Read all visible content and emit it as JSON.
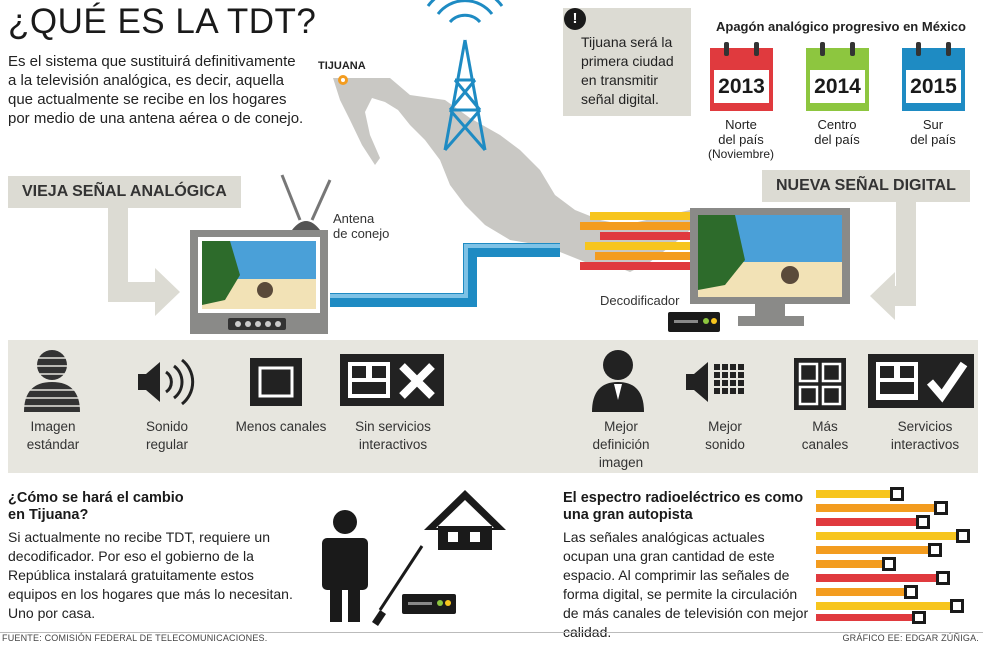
{
  "title": "¿QUÉ ES LA TDT?",
  "intro": "Es el sistema que sustituirá definitivamente a la televisión analógica, es decir, aquella que actualmente se recibe en los hogares por medio de una antena aérea o de conejo.",
  "map": {
    "city_label": "TIJUANA"
  },
  "old_signal": {
    "banner": "VIEJA SEÑAL ANALÓGICA",
    "antenna_label_1": "Antena",
    "antenna_label_2": "de conejo"
  },
  "new_signal": {
    "banner": "NUEVA SEÑAL DIGITAL",
    "decoder_label": "Decodificador"
  },
  "warning": {
    "line1": "Tijuana será la",
    "line2": "primera ciudad",
    "line3": "en transmitir",
    "line4": "señal digital."
  },
  "blackout": {
    "title": "Apagón analógico progresivo en México",
    "years": [
      {
        "year": "2013",
        "line1": "Norte",
        "line2": "del país",
        "line3": "(Noviembre)",
        "color": "#e03a3e"
      },
      {
        "year": "2014",
        "line1": "Centro",
        "line2": "del país",
        "line3": "",
        "color": "#8dc63f"
      },
      {
        "year": "2015",
        "line1": "Sur",
        "line2": "del país",
        "line3": "",
        "color": "#1e8bc3"
      }
    ]
  },
  "analog_features": [
    {
      "line1": "Imagen",
      "line2": "estándar"
    },
    {
      "line1": "Sonido",
      "line2": "regular"
    },
    {
      "line1": "Menos canales",
      "line2": ""
    },
    {
      "line1": "Sin servicios",
      "line2": "interactivos"
    }
  ],
  "digital_features": [
    {
      "line1": "Mejor",
      "line2": "definición",
      "line3": "imagen"
    },
    {
      "line1": "Mejor",
      "line2": "sonido",
      "line3": ""
    },
    {
      "line1": "Más",
      "line2": "canales",
      "line3": ""
    },
    {
      "line1": "Servicios",
      "line2": "interactivos",
      "line3": ""
    }
  ],
  "change": {
    "heading_1": "¿Cómo se hará el cambio",
    "heading_2": "en Tijuana?",
    "body": "Si actualmente no recibe TDT, requiere un decodificador. Por eso el gobierno de la República instalará gratuitamente estos equipos en los hogares que más lo necesitan. Uno por casa."
  },
  "spectrum": {
    "heading_1": "El espectro radioeléctrico es como",
    "heading_2": "una gran autopista",
    "body": "Las señales analógicas actuales ocupan una gran cantidad de este espacio. Al comprimir las señales de forma digital, se permite la circulación de más canales de televisión con mejor calidad."
  },
  "footer": {
    "source": "FUENTE: COMISIÓN FEDERAL DE TELECOMUNICACIONES.",
    "credit": "GRÁFICO EE: EDGAR ZÚÑIGA."
  },
  "colors": {
    "red": "#e03a3e",
    "orange": "#f39c1f",
    "yellow": "#f7c51e",
    "blue": "#1e8bc3",
    "green": "#8dc63f",
    "beige": "#dcdbd3"
  }
}
